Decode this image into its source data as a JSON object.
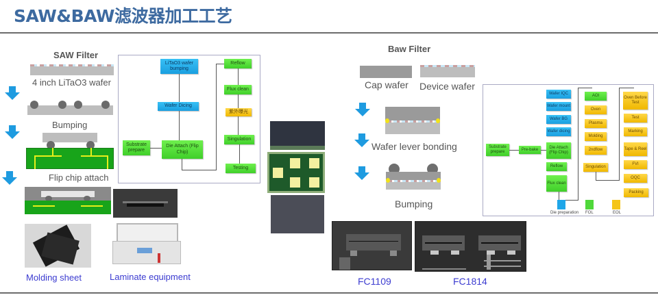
{
  "page": {
    "title": "SAW&BAW滤波器加工工艺"
  },
  "saw": {
    "heading": "SAW Filter",
    "steps": [
      {
        "label": "4 inch LiTaO3 wafer"
      },
      {
        "label": "Bumping"
      },
      {
        "label": "Flip chip attach"
      }
    ],
    "photos": [
      {
        "label": "Molding sheet"
      },
      {
        "label": "Laminate equipment"
      }
    ],
    "flowchart": {
      "nodes": {
        "wafer_bumping": "LiTaO3 wafer bumping",
        "wafer_dicing": "Wafer Dicing",
        "substrate_prepare": "Substrate prepare",
        "die_attach": "Die Attach (Flip Chip)",
        "reflow": "Reflow",
        "flux_clean": "Flux clean",
        "uv_exposure": "紫外曝光",
        "singulation": "Singulation",
        "testing": "Testing"
      }
    }
  },
  "baw": {
    "heading": "Baw Filter",
    "wafers": [
      {
        "label": "Cap wafer"
      },
      {
        "label": "Device wafer"
      }
    ],
    "steps": [
      {
        "label": "Wafer lever bonding"
      },
      {
        "label": "Bumping"
      }
    ],
    "xray_images": [
      {
        "label": "FC1109"
      },
      {
        "label": "FC1814"
      }
    ],
    "flowchart": {
      "die_prep": [
        "Wafer IQC",
        "Wafer mount",
        "Wafer BG",
        "Wafer dicing"
      ],
      "substrate_prepare": "Substrate prepare",
      "pre_bake": "Pre-bake",
      "fol": [
        "Die Attach (Flip Chip)",
        "Reflow",
        "Flux clean"
      ],
      "mid": [
        "AOI",
        "Oven",
        "Plasma",
        "Molding",
        "2ndflow",
        "Singulation"
      ],
      "eol": [
        "Oven Before Test",
        "Test",
        "Marking",
        "Tape & Reel",
        "FVI",
        "OQC",
        "Packing"
      ],
      "legend": [
        {
          "label": "Die preparation",
          "color": "#1fa6e8"
        },
        {
          "label": "FOL",
          "color": "#4fd83a"
        },
        {
          "label": "EOL",
          "color": "#f5c518"
        }
      ]
    }
  },
  "colors": {
    "title": "#3d6aa0",
    "arrow": "#1e9be0",
    "caption_blue": "#3b3bd0"
  }
}
